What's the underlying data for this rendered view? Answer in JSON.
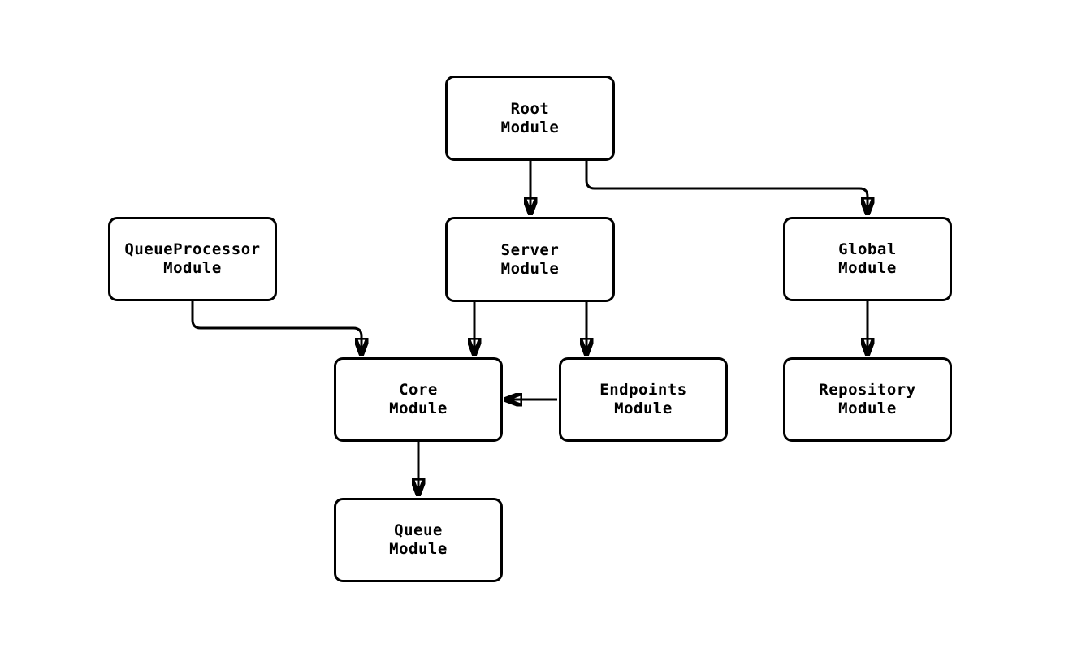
{
  "diagram": {
    "type": "flowchart",
    "colors": {
      "background": "#ffffff",
      "node_fill": "#ffffff",
      "stroke": "#000000",
      "text": "#000000"
    },
    "nodes": {
      "root": {
        "line1": "Root",
        "line2": "Module"
      },
      "queueprocessor": {
        "line1": "QueueProcessor",
        "line2": "Module"
      },
      "server": {
        "line1": "Server",
        "line2": "Module"
      },
      "global": {
        "line1": "Global",
        "line2": "Module"
      },
      "core": {
        "line1": "Core",
        "line2": "Module"
      },
      "endpoints": {
        "line1": "Endpoints",
        "line2": "Module"
      },
      "repository": {
        "line1": "Repository",
        "line2": "Module"
      },
      "queue": {
        "line1": "Queue",
        "line2": "Module"
      }
    },
    "edges": [
      {
        "from": "Root Module",
        "to": "Server Module"
      },
      {
        "from": "Root Module",
        "to": "Global Module"
      },
      {
        "from": "QueueProcessor Module",
        "to": "Core Module"
      },
      {
        "from": "Server Module",
        "to": "Core Module"
      },
      {
        "from": "Server Module",
        "to": "Endpoints Module"
      },
      {
        "from": "Endpoints Module",
        "to": "Core Module"
      },
      {
        "from": "Global Module",
        "to": "Repository Module"
      },
      {
        "from": "Core Module",
        "to": "Queue Module"
      }
    ]
  }
}
